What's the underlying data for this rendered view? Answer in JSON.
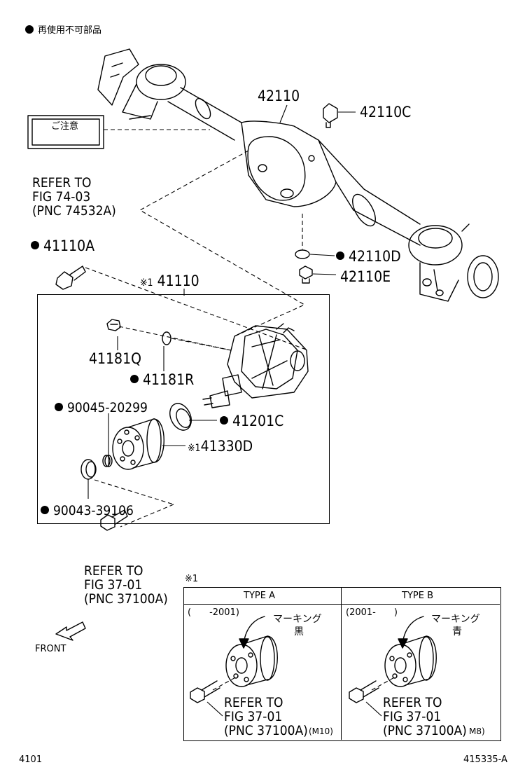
{
  "legend": {
    "text": "再使用不可部品"
  },
  "caution_label": {
    "text": "ご注意"
  },
  "refer_top": {
    "line1": "REFER TO",
    "line2": "FIG 74-03",
    "line3": "(PNC 74532A)"
  },
  "refer_bolt": {
    "line1": "REFER TO",
    "line2": "FIG 37-01",
    "line3": "(PNC 37100A)"
  },
  "parts": {
    "p42110": "42110",
    "p42110C": "42110C",
    "p42110D": "42110D",
    "p42110E": "42110E",
    "p41110A": "41110A",
    "p41110": "41110",
    "p41110_mark": "※1",
    "p41181Q": "41181Q",
    "p41181R": "41181R",
    "p90045": "90045-20299",
    "p41201C": "41201C",
    "p41330D": "41330D",
    "p41330D_mark": "※1",
    "p90043": "90043-39106"
  },
  "front_label": "FRONT",
  "note_table": {
    "mark": "※1",
    "type_a": {
      "header": "TYPE A",
      "date_range": "(　　-2001)",
      "marking": "マーキング",
      "color": "黒",
      "ref1": "REFER TO",
      "ref2": "FIG 37-01",
      "ref3": "(PNC 37100A)",
      "size": "(M10)"
    },
    "type_b": {
      "header": "TYPE B",
      "date_range": "(2001-　　)",
      "marking": "マーキング",
      "color": "青",
      "ref1": "REFER TO",
      "ref2": "FIG 37-01",
      "ref3": "(PNC 37100A)",
      "size": "M8)"
    }
  },
  "footer": {
    "left": "4101",
    "right": "415335-A"
  }
}
